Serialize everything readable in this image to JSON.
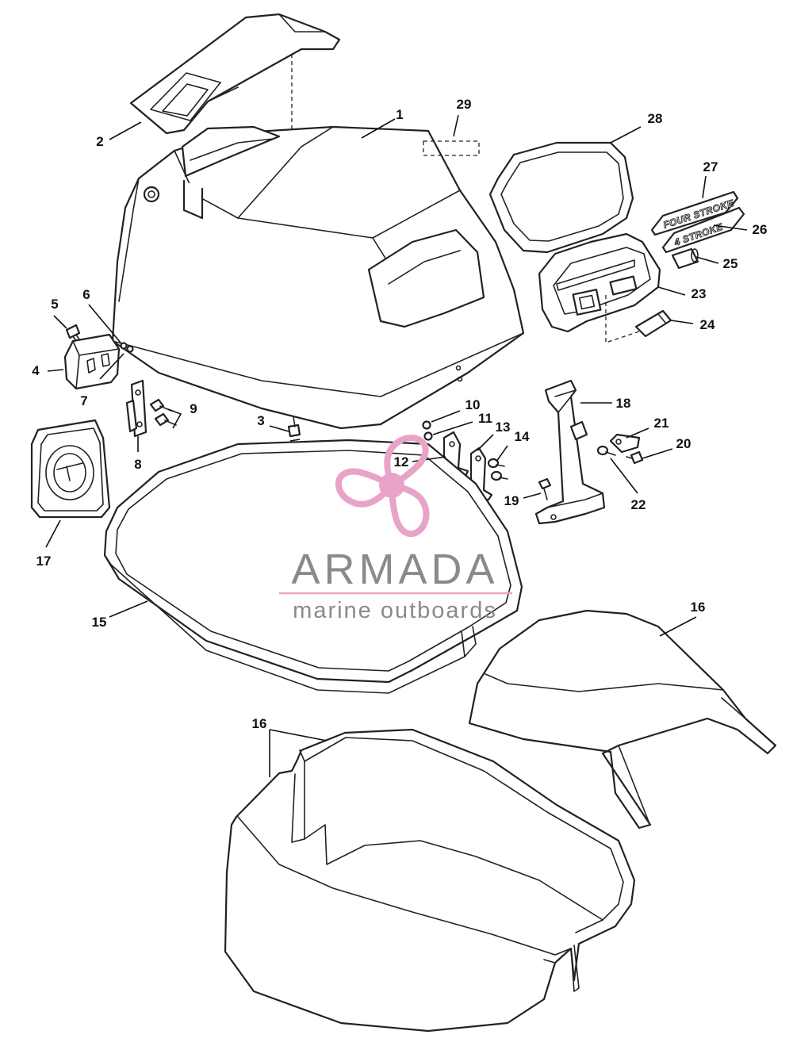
{
  "diagram": {
    "callouts": {
      "c1": "1",
      "c2": "2",
      "c3": "3",
      "c4": "4",
      "c5": "5",
      "c6": "6",
      "c7": "7",
      "c8": "8",
      "c9": "9",
      "c10": "10",
      "c11": "11",
      "c12": "12",
      "c13": "13",
      "c14": "14",
      "c15": "15",
      "c16a": "16",
      "c16b": "16",
      "c17": "17",
      "c18": "18",
      "c19": "19",
      "c20": "20",
      "c21": "21",
      "c22": "22",
      "c23": "23",
      "c24": "24",
      "c25": "25",
      "c26": "26",
      "c27": "27",
      "c28": "28",
      "c29": "29"
    },
    "decals": {
      "four_stroke": "FOUR STROKE",
      "four_stroke_short": "4 STROKE"
    }
  },
  "watermark": {
    "brand": "ARMADA",
    "tagline": "marine outboards",
    "accent_color": "#e8a3c8",
    "text_color": "#8a8a8a"
  }
}
